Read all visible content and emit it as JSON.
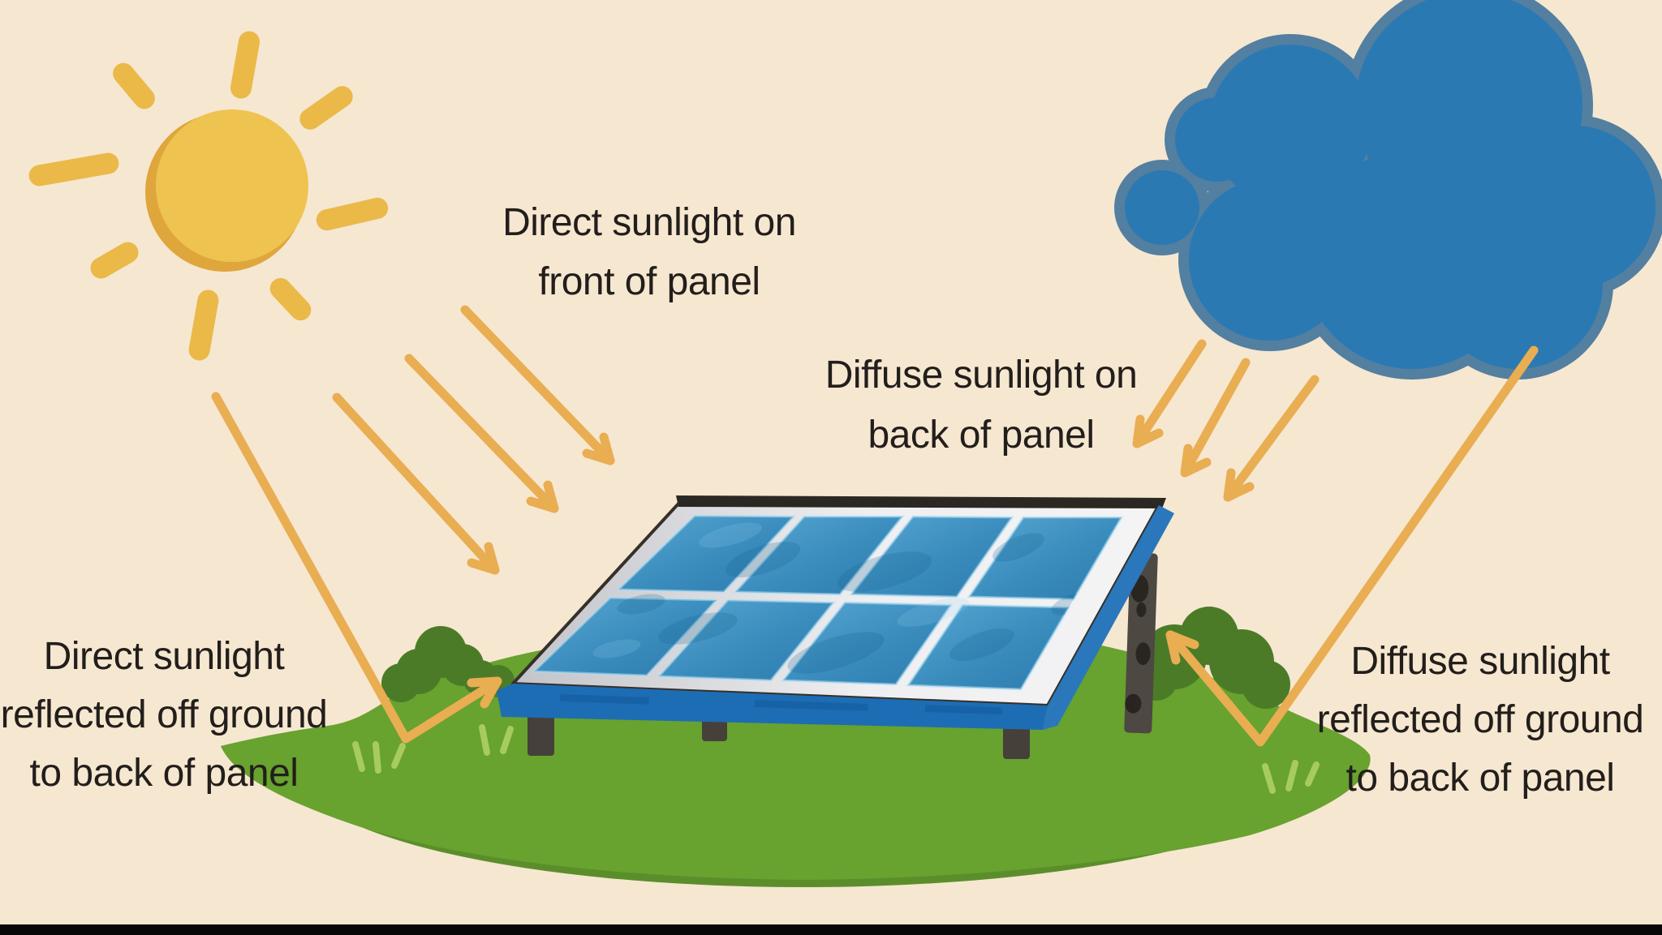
{
  "labels": {
    "direct_front": {
      "line1": "Direct sunlight on",
      "line2": "front of panel"
    },
    "diffuse_back": {
      "line1": "Diffuse sunlight on",
      "line2": "back of panel"
    },
    "direct_ground_reflected": {
      "line1": "Direct sunlight",
      "line2": "reflected off ground",
      "line3": "to back of panel"
    },
    "diffuse_ground_reflected": {
      "line1": "Diffuse sunlight",
      "line2": "reflected off ground",
      "line3": "to back of panel"
    }
  },
  "panel": {
    "rows": 2,
    "columns": 4,
    "cells": 8
  },
  "colors": {
    "background": "#f6e7d1",
    "letterbox": "#070707",
    "text": "#221e1b",
    "arrow": "#e9ad52",
    "sun_body": "#efc350",
    "sun_shade": "#dfa63c",
    "sun_ray": "#eab948",
    "cloud_fill": "#2b79b3",
    "cloud_rim": "#537fa0",
    "grass": "#68a22f",
    "grass_shadow": "#5b8e2b",
    "bush": "#4c7b28",
    "grass_blade": "#a7cb5e",
    "leg": "#45403a",
    "leg_back": "#4e4842",
    "panel_edge_dark": "#2b2824",
    "panel_side": "#1d6db4",
    "panel_side_light": "#2b77bb",
    "frame_shade": "#c3c4c9",
    "frame_light": "#efeff1",
    "cell_light": "#57a7d1",
    "cell_mid": "#3a8cbd",
    "cell_dark": "#2c7cad"
  }
}
